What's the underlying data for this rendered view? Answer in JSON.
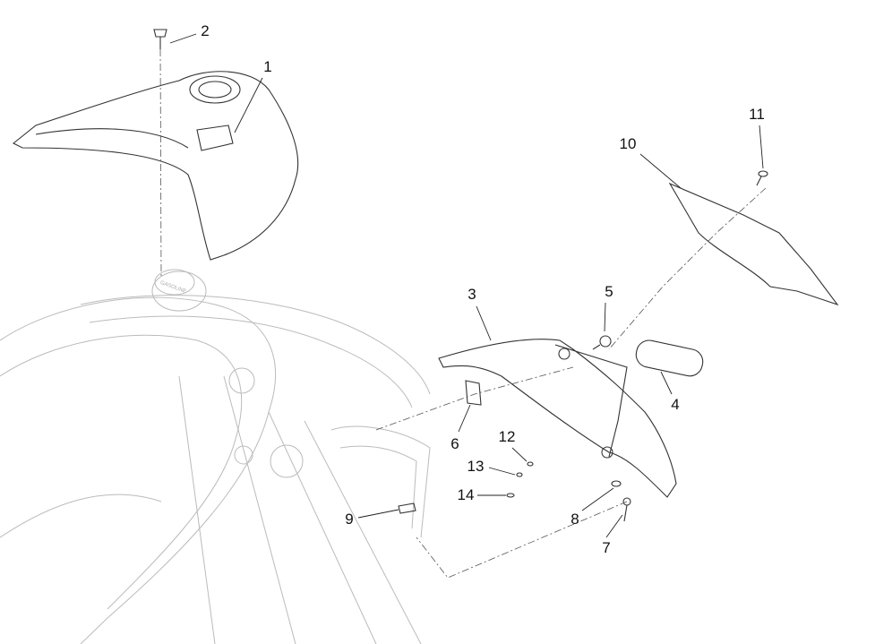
{
  "diagram": {
    "callouts": [
      {
        "id": "1",
        "label": "1"
      },
      {
        "id": "2",
        "label": "2"
      },
      {
        "id": "3",
        "label": "3"
      },
      {
        "id": "4",
        "label": "4"
      },
      {
        "id": "5",
        "label": "5"
      },
      {
        "id": "6",
        "label": "6"
      },
      {
        "id": "7",
        "label": "7"
      },
      {
        "id": "8",
        "label": "8"
      },
      {
        "id": "9",
        "label": "9"
      },
      {
        "id": "10",
        "label": "10"
      },
      {
        "id": "11",
        "label": "11"
      },
      {
        "id": "12",
        "label": "12"
      },
      {
        "id": "13",
        "label": "13"
      },
      {
        "id": "14",
        "label": "14"
      }
    ],
    "cap_text": "GASOLINE"
  }
}
